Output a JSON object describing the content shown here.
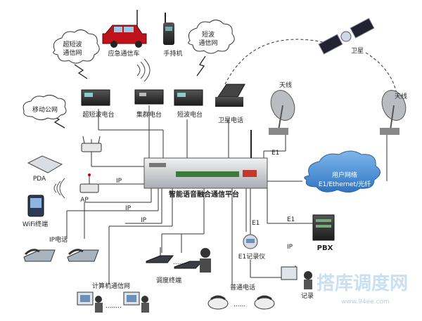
{
  "labels": {
    "ultra_shortwave_net": [
      "超短波",
      "通信网"
    ],
    "emergency_vehicle": "应急通信车",
    "handheld": "手持机",
    "shortwave_net": [
      "短波",
      "通信网"
    ],
    "satellite": "卫星",
    "mobile_public_net": "移动公网",
    "ultra_shortwave_station": "超短波电台",
    "trunking_station": "集群电台",
    "shortwave_station": "短波电台",
    "satellite_phone": "卫星电话",
    "antenna_left": "天线",
    "antenna_right": "天线",
    "pda": "PDA",
    "ap": "AP",
    "wifi_terminal": "WiFi终端",
    "ip_phone": "IP电话",
    "platform": "智能语音融合通信平台",
    "user_network": [
      "用户网络",
      "E1/Ethernet/光纤"
    ],
    "e1_top": "E1",
    "e1_mid": "E1",
    "e1_recorder": "E1",
    "pbx": "PBX",
    "e1_recorder_device": "E1记录仪",
    "computer_comm_net": "计算机通信网",
    "dispatch_terminal": "调度终端",
    "ordinary_phone": "普通电话",
    "recorder_partial": "记录",
    "ip_ap": "IP",
    "ip_left1": "IP",
    "ip_left2": "IP",
    "ip_pbx": "IP"
  },
  "watermark": {
    "text": "搭库调度网",
    "url": "www.94ee.com"
  }
}
